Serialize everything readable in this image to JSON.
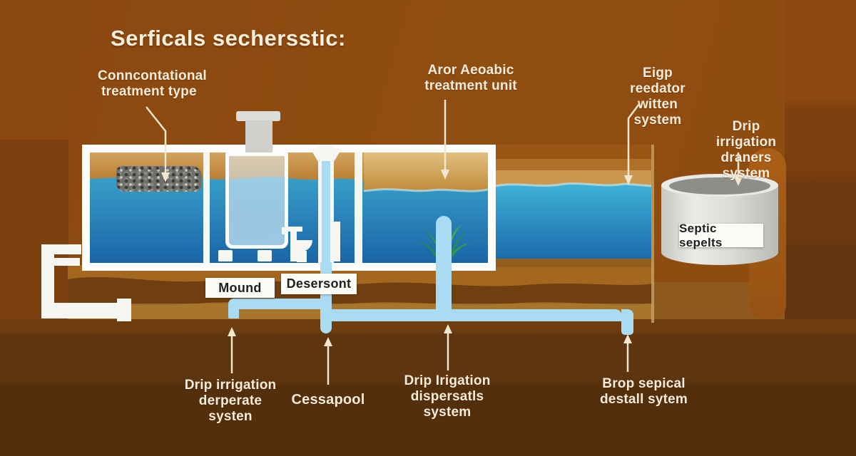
{
  "title": "Serficals sechersstic:",
  "callouts": {
    "conventional": {
      "line1": "Conncontational",
      "line2": "treatment type"
    },
    "aerobic": {
      "line1": "Aror Aeoabic",
      "line2": "treatment unit"
    },
    "reactor": {
      "line1": "Eigp reedator",
      "line2": "witten system"
    },
    "drip_right": {
      "line1": "Drip irrigation",
      "line2": "draners system"
    },
    "drip_bottom_left": {
      "line1": "Drip irrigation",
      "line2": "derperate systen"
    },
    "cesspool": {
      "line1": "Cessapool"
    },
    "drip_bottom_mid": {
      "line1": "Drip Irigation",
      "line2": "dispersatls system"
    },
    "drop_bottom_right": {
      "line1": "Brop sepical",
      "line2": "destall sytem"
    }
  },
  "boxes": {
    "mound": "Mound",
    "desersont": "Desersont",
    "septic": "Septic sepelts"
  },
  "colors": {
    "background_brown": "#8e4a10",
    "water_top": "#41b0d4",
    "water_bottom": "#1a64a6",
    "sand": "#c8995a",
    "pipe_blue": "#a9dcf2",
    "plant_green": "#2f9d4b",
    "label_text": "#f7ecd9",
    "tank_border": "#fdfdfb",
    "cylinder_gray": "#dcdcda",
    "arrow_cream": "#f3e7cf"
  }
}
